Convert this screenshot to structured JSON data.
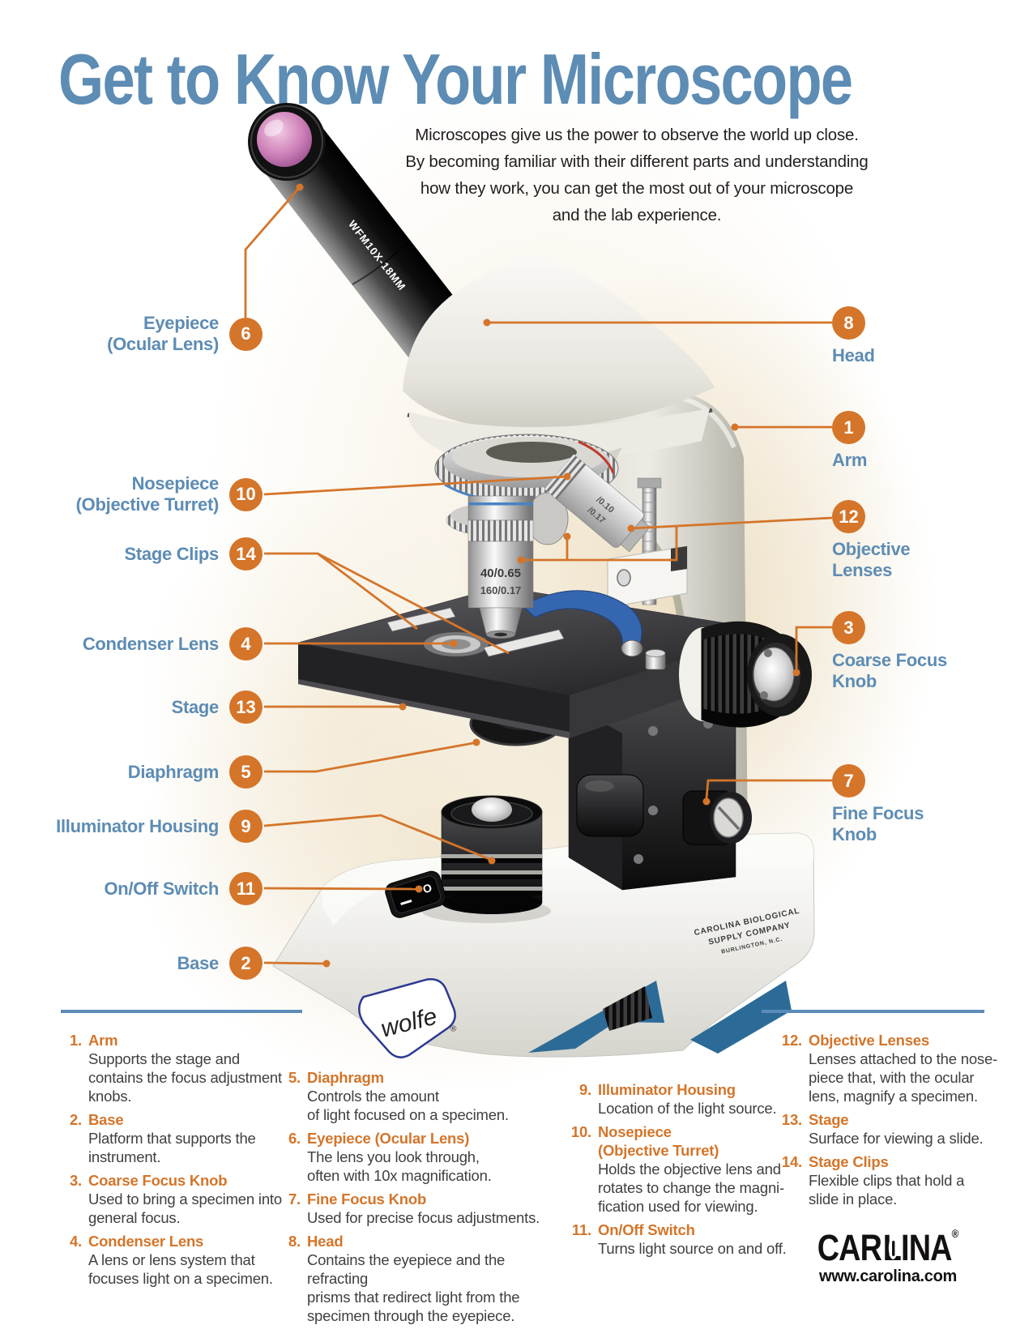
{
  "title": "Get to Know Your Microscope",
  "intro": {
    "line1": "Microscopes give us the power to observe the world up close.",
    "line2": "By becoming familiar with their different parts and understanding",
    "line3": "how they work, you can get the most out of your microscope",
    "line4": "and the lab experience."
  },
  "colors": {
    "heading_blue": "#5d8cb4",
    "accent_orange": "#d4752a",
    "divider_blue": "#5b8cb8",
    "body_text": "#404041",
    "microscope_blue": "#2c6b97"
  },
  "callouts": {
    "left": [
      {
        "number": "6",
        "label": "Eyepiece\n(Ocular Lens)"
      },
      {
        "number": "10",
        "label": "Nosepiece\n(Objective Turret)"
      },
      {
        "number": "14",
        "label": "Stage Clips"
      },
      {
        "number": "4",
        "label": "Condenser Lens"
      },
      {
        "number": "13",
        "label": "Stage"
      },
      {
        "number": "5",
        "label": "Diaphragm"
      },
      {
        "number": "9",
        "label": "Illuminator Housing"
      },
      {
        "number": "11",
        "label": "On/Off Switch"
      },
      {
        "number": "2",
        "label": "Base"
      }
    ],
    "right": [
      {
        "number": "8",
        "label": "Head"
      },
      {
        "number": "1",
        "label": "Arm"
      },
      {
        "number": "12",
        "label": "Objective\nLenses"
      },
      {
        "number": "3",
        "label": "Coarse Focus\nKnob"
      },
      {
        "number": "7",
        "label": "Fine Focus\nKnob"
      }
    ]
  },
  "microscope": {
    "eyepiece_marking": "WFM10X-18MM",
    "objective_marking_line1": "40/0.65",
    "objective_marking_line2": "160/0.17",
    "objective2_marking_line1": "/0.10",
    "objective2_marking_line2": "/0.17",
    "base_brand": "wolfe",
    "base_brand_reg": "®",
    "base_text_line1": "CAROLINA BIOLOGICAL",
    "base_text_line2": "SUPPLY COMPANY",
    "base_text_line3": "BURLINGTON, N.C.",
    "switch_off_label": "O"
  },
  "definitions": {
    "items": [
      {
        "num": "1.",
        "term": "Arm",
        "desc": "Supports the stage and\ncontains the focus adjustment\nknobs."
      },
      {
        "num": "2.",
        "term": "Base",
        "desc": "Platform that supports the\ninstrument."
      },
      {
        "num": "3.",
        "term": "Coarse Focus Knob",
        "desc": "Used to bring a specimen into\ngeneral focus."
      },
      {
        "num": "4.",
        "term": "Condenser Lens",
        "desc": "A lens or lens system that\nfocuses light on a specimen."
      },
      {
        "num": "5.",
        "term": "Diaphragm",
        "desc": "Controls the amount\nof light focused on a specimen."
      },
      {
        "num": "6.",
        "term": "Eyepiece (Ocular Lens)",
        "desc": "The lens you look through,\noften with 10x magnification."
      },
      {
        "num": "7.",
        "term": "Fine Focus Knob",
        "desc": "Used for precise focus adjustments."
      },
      {
        "num": "8.",
        "term": "Head",
        "desc": "Contains the eyepiece and the refracting\nprisms that redirect light from the\nspecimen through the eyepiece."
      },
      {
        "num": "9.",
        "term": "Illuminator Housing",
        "desc": "Location of the light source."
      },
      {
        "num": "10.",
        "term": "Nosepiece\n(Objective Turret)",
        "desc": "Holds the objective lens and\nrotates to change the magni-\nfication used for viewing."
      },
      {
        "num": "11.",
        "term": "On/Off Switch",
        "desc": "Turns light source on and off."
      },
      {
        "num": "12.",
        "term": "Objective Lenses",
        "desc": "Lenses attached to the nose-\npiece that, with the ocular\nlens, magnify a specimen."
      },
      {
        "num": "13.",
        "term": "Stage",
        "desc": "Surface for viewing a slide."
      },
      {
        "num": "14.",
        "term": "Stage Clips",
        "desc": "Flexible clips that hold a\nslide in place."
      }
    ]
  },
  "footer": {
    "logo_text_pre": "CAR",
    "logo_text_post": "LINA",
    "logo_reg": "®",
    "website": "www.carolina.com"
  }
}
